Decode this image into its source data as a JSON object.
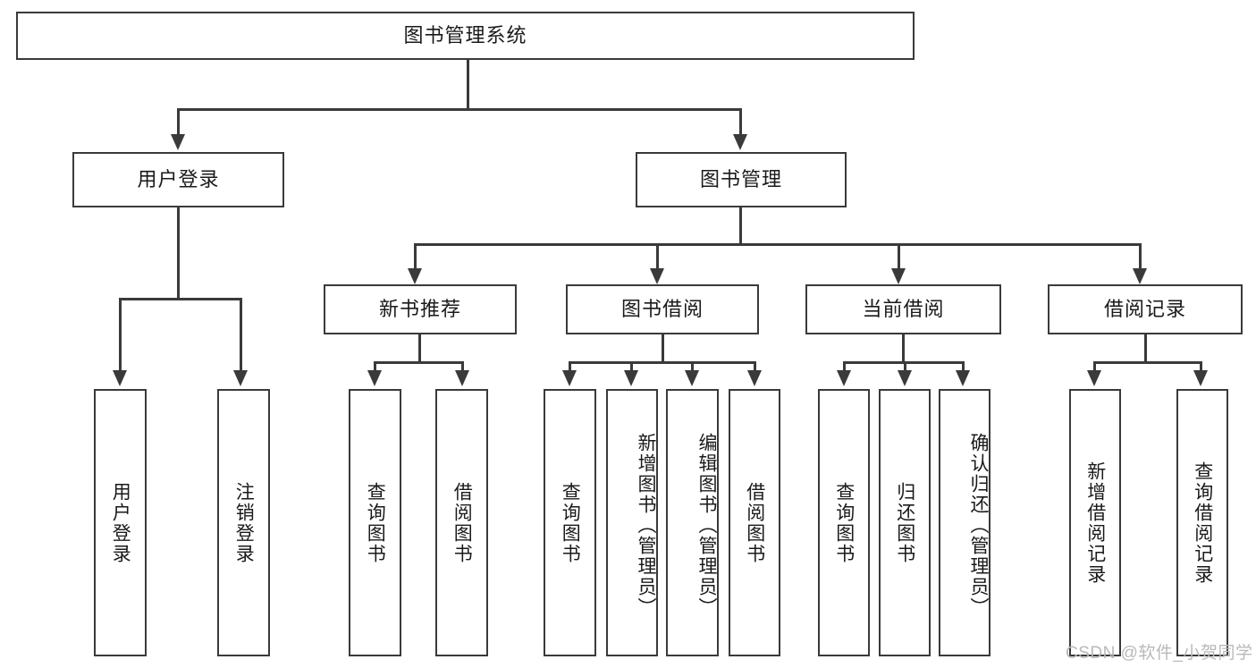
{
  "diagram": {
    "type": "tree-hierarchy-chart",
    "root": {
      "label": "图书管理系统"
    },
    "level1": [
      {
        "label": "用户登录"
      },
      {
        "label": "图书管理"
      }
    ],
    "level2": [
      {
        "label": "新书推荐"
      },
      {
        "label": "图书借阅"
      },
      {
        "label": "当前借阅"
      },
      {
        "label": "借阅记录"
      }
    ],
    "leaves": {
      "user_login": [
        {
          "label": "用户登录"
        },
        {
          "label": "注销登录"
        }
      ],
      "new_book_recommend": [
        {
          "label": "查询图书"
        },
        {
          "label": "借阅图书"
        }
      ],
      "book_borrow": [
        {
          "label": "查询图书"
        },
        {
          "label": "新增图书（管理员）"
        },
        {
          "label": "编辑图书（管理员）"
        },
        {
          "label": "借阅图书"
        }
      ],
      "current_borrow": [
        {
          "label": "查询图书"
        },
        {
          "label": "归还图书"
        },
        {
          "label": "确认归还（管理员）"
        }
      ],
      "borrow_record": [
        {
          "label": "新增借阅记录"
        },
        {
          "label": "查询借阅记录"
        }
      ]
    }
  },
  "watermark": {
    "text": "CSDN @软件_小贺同学"
  },
  "colors": {
    "stroke": "#3a3a3a",
    "text": "#1a1a1a",
    "background": "#ffffff",
    "watermark": "#b9b9b9"
  }
}
